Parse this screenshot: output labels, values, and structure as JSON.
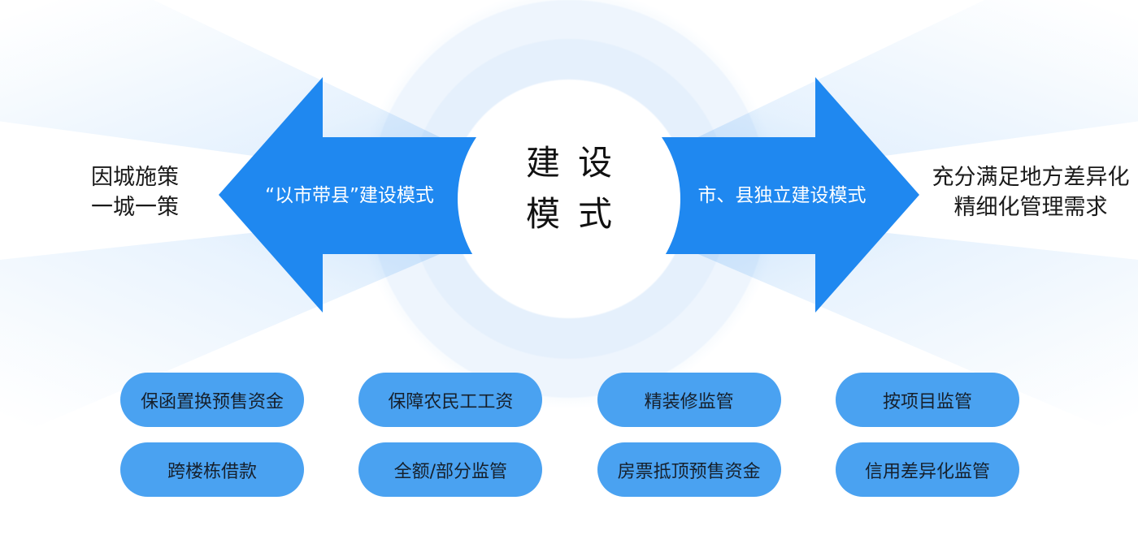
{
  "center": {
    "title_line1": "建设",
    "title_line2": "模式"
  },
  "left_branch": {
    "arrow_label": "“以市带县”建设模式",
    "note_line1": "因城施策",
    "note_line2": "一城一策"
  },
  "right_branch": {
    "arrow_label": "市、县独立建设模式",
    "note_line1": "充分满足地方差异化",
    "note_line2": "精细化管理需求"
  },
  "features": {
    "row1": [
      "保函置换预售资金",
      "保障农民工工资",
      "精装修监管",
      "按项目监管"
    ],
    "row2": [
      "跨楼栋借款",
      "全额/部分监管",
      "房票抵顶预售资金",
      "信用差异化监管"
    ]
  },
  "colors": {
    "arrow_blue": "#1F88F0",
    "pill_blue": "#4AA2F1",
    "note_text": "#1A1A1A",
    "arrow_text": "#FFFFFF",
    "ray_tint": "#1F88F0"
  }
}
